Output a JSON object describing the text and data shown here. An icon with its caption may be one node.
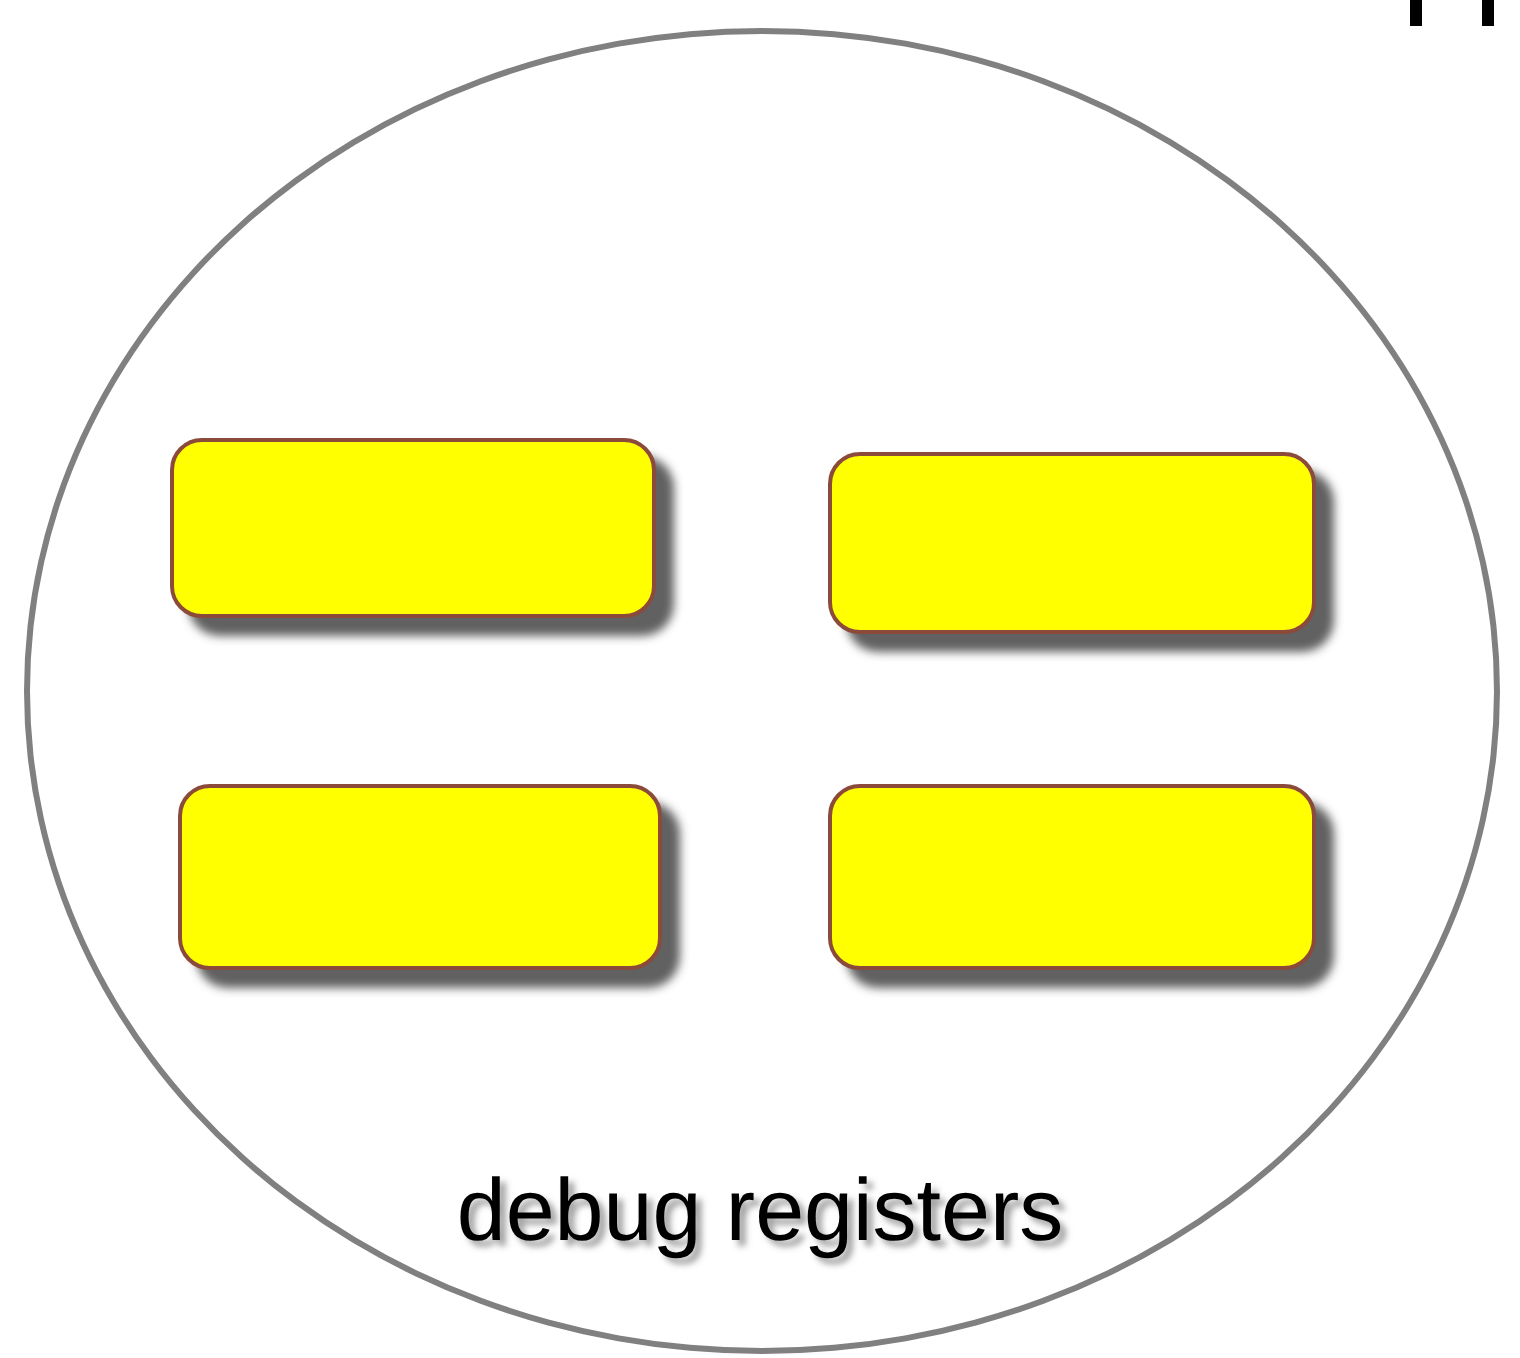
{
  "diagram": {
    "nodes": [
      {
        "text": [
          "debug registers"
        ]
      },
      {
        "text": [],
        "shape": "box",
        "in": 0
      },
      {
        "text": [],
        "shape": "box",
        "in": 0
      },
      {
        "text": [],
        "shape": "box",
        "in": 0
      },
      {
        "text": [],
        "shape": "box",
        "in": 0
      }
    ]
  }
}
